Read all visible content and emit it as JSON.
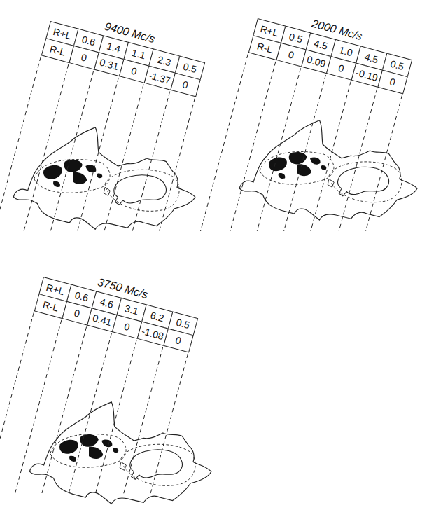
{
  "diagram": {
    "labels": [
      "9400 Mc/s",
      "R+L",
      "0.6",
      "1.4",
      "1.1",
      "2.3",
      "0.5",
      "R-L",
      "0",
      "0.31",
      "0",
      "-1.37",
      "0",
      "2000 Mc/s",
      "R+L",
      "0.5",
      "4.5",
      "1.0",
      "4.5",
      "0.5",
      "R-L",
      "0",
      "0.09",
      "0",
      "-0.19",
      "0",
      "3750 Mc/s",
      "R+L",
      "0.6",
      "4.6",
      "3.1",
      "6.2",
      "0.5",
      "R-L",
      "0",
      "0.41",
      "0",
      "-1.08",
      "0"
    ]
  }
}
